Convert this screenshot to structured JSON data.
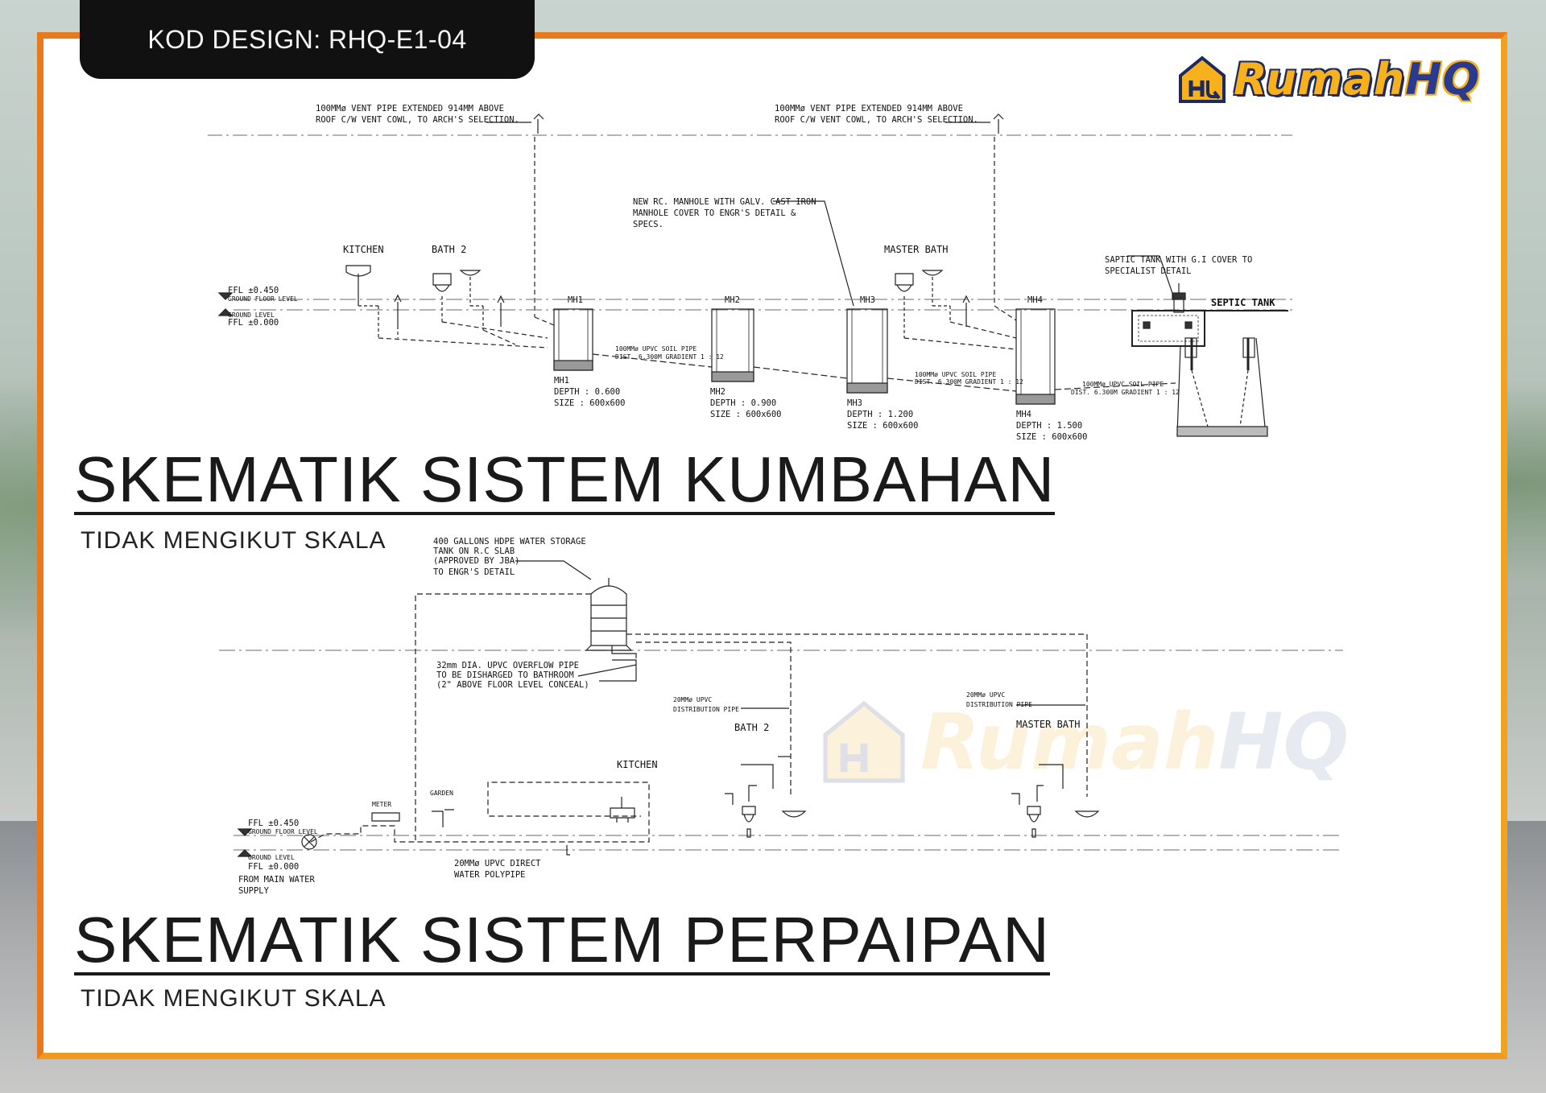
{
  "header": {
    "design_code": "KOD DESIGN: RHQ-E1-04"
  },
  "brand": {
    "name": "Rumah",
    "suffix": "HQ",
    "color_primary": "#f6b11d",
    "color_secondary": "#2a3b8f"
  },
  "frame": {
    "accent": "#e87a1d"
  },
  "sewer": {
    "title": "SKEMATIK SISTEM KUMBAHAN",
    "subtitle": "TIDAK MENGIKUT SKALA",
    "vent_note_1_line1": "100MMø VENT PIPE EXTENDED 914MM ABOVE",
    "vent_note_1_line2": "ROOF C/W VENT COWL, TO ARCH'S SELECTION.",
    "vent_note_2_line1": "100MMø VENT PIPE EXTENDED 914MM ABOVE",
    "vent_note_2_line2": "ROOF C/W VENT COWL, TO ARCH'S SELECTION.",
    "manhole_note_line1": "NEW RC. MANHOLE WITH GALV. CAST IRON",
    "manhole_note_line2": "MANHOLE COVER TO ENGR'S DETAIL &",
    "manhole_note_line3": "SPECS.",
    "septic_note_line1": "SAPTIC TANK WITH G.I COVER TO",
    "septic_note_line2": "SPECIALIST DETAIL",
    "septic_label": "SEPTIC TANK",
    "kitchen": "KITCHEN",
    "bath2": "BATH 2",
    "master_bath": "MASTER BATH",
    "ffl_top": "FFL ±0.450",
    "ground_floor_level": "GROUND FLOOR LEVEL",
    "ground_level": "GROUND LEVEL",
    "ffl_zero": "FFL ±0.000",
    "pipe_note_line1": "100MMø UPVC SOIL PIPE",
    "pipe_note_line2": "DIST. 6.300M  GRADIENT 1 : 12",
    "manholes": [
      {
        "id": "MH1",
        "depth": "DEPTH : 0.600",
        "size": "SIZE   : 600x600"
      },
      {
        "id": "MH2",
        "depth": "DEPTH : 0.900",
        "size": "SIZE   : 600x600"
      },
      {
        "id": "MH3",
        "depth": "DEPTH : 1.200",
        "size": "SIZE   : 600x600"
      },
      {
        "id": "MH4",
        "depth": "DEPTH : 1.500",
        "size": "SIZE   : 600x600"
      }
    ]
  },
  "plumbing": {
    "title": "SKEMATIK SISTEM PERPAIPAN",
    "subtitle": "TIDAK MENGIKUT SKALA",
    "tank_note_line1": "400 GALLONS HDPE WATER STORAGE",
    "tank_note_line2": "TANK ON R.C SLAB",
    "tank_note_line3": "(APPROVED BY JBA)",
    "tank_note_line4": "TO ENGR'S DETAIL",
    "overflow_line1": "32mm DIA. UPVC OVERFLOW PIPE",
    "overflow_line2": "TO BE DISHARGED TO BATHROOM",
    "overflow_line3": "(2\" ABOVE FLOOR LEVEL CONCEAL)",
    "dist_pipe_line1": "20MMø UPVC",
    "dist_pipe_line2": "DISTRIBUTION PIPE",
    "dist_pipe2_line1": "20MMø UPVC",
    "dist_pipe2_line2": "DISTRIBUTION PIPE",
    "bath2": "BATH 2",
    "master_bath": "MASTER BATH",
    "kitchen": "KITCHEN",
    "garden": "GARDEN",
    "meter": "METER",
    "ffl_top": "FFL ±0.450",
    "ground_floor_level": "GROUND FLOOR LEVEL",
    "ground_level": "GROUND LEVEL",
    "ffl_zero": "FFL ±0.000",
    "main_supply_line1": "FROM MAIN WATER",
    "main_supply_line2": "SUPPLY",
    "direct_line1": "20MMø UPVC DIRECT",
    "direct_line2": "WATER POLYPIPE"
  }
}
